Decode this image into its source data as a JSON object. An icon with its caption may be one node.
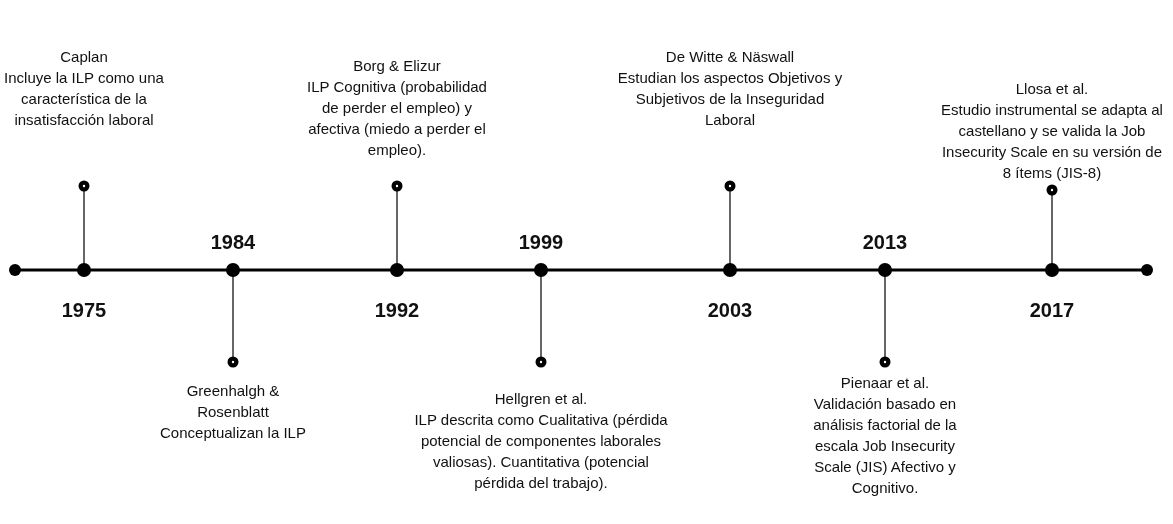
{
  "diagram": {
    "nodes": [
      {
        "text": [
          "Caplan",
          "Incluye la ILP como una característica de la insatisfacción laboral"
        ]
      },
      {
        "text": [
          "Greenhalgh & Rosenblatt",
          "Conceptualizan la ILP"
        ]
      },
      {
        "text": [
          "Borg & Elizur",
          "ILP Cognitiva (probabilidad de perder el empleo) y afectiva (miedo a perder el empleo)."
        ]
      },
      {
        "text": [
          "Hellgren et al.",
          "ILP descrita como Cualitativa (pérdida potencial de componentes laborales valiosas). Cuantitativa (potencial pérdida del trabajo)."
        ]
      },
      {
        "text": [
          "De Witte & Näswall",
          "Estudian los aspectos Objetivos y Subjetivos de la Inseguridad Laboral"
        ]
      },
      {
        "text": [
          "Pienaar et al.",
          "Validación basado en análisis factorial de la escala Job Insecurity Scale (JIS) Afectivo y Cognitivo."
        ]
      },
      {
        "text": [
          "Llosa et al.",
          "Estudio instrumental se adapta al castellano y se valida la Job Insecurity Scale en su versión de 8 ítems (JIS-8)"
        ]
      }
    ],
    "labels": [
      "1975",
      "1984",
      "1992",
      "1999",
      "2003",
      "2013",
      "2017"
    ]
  }
}
